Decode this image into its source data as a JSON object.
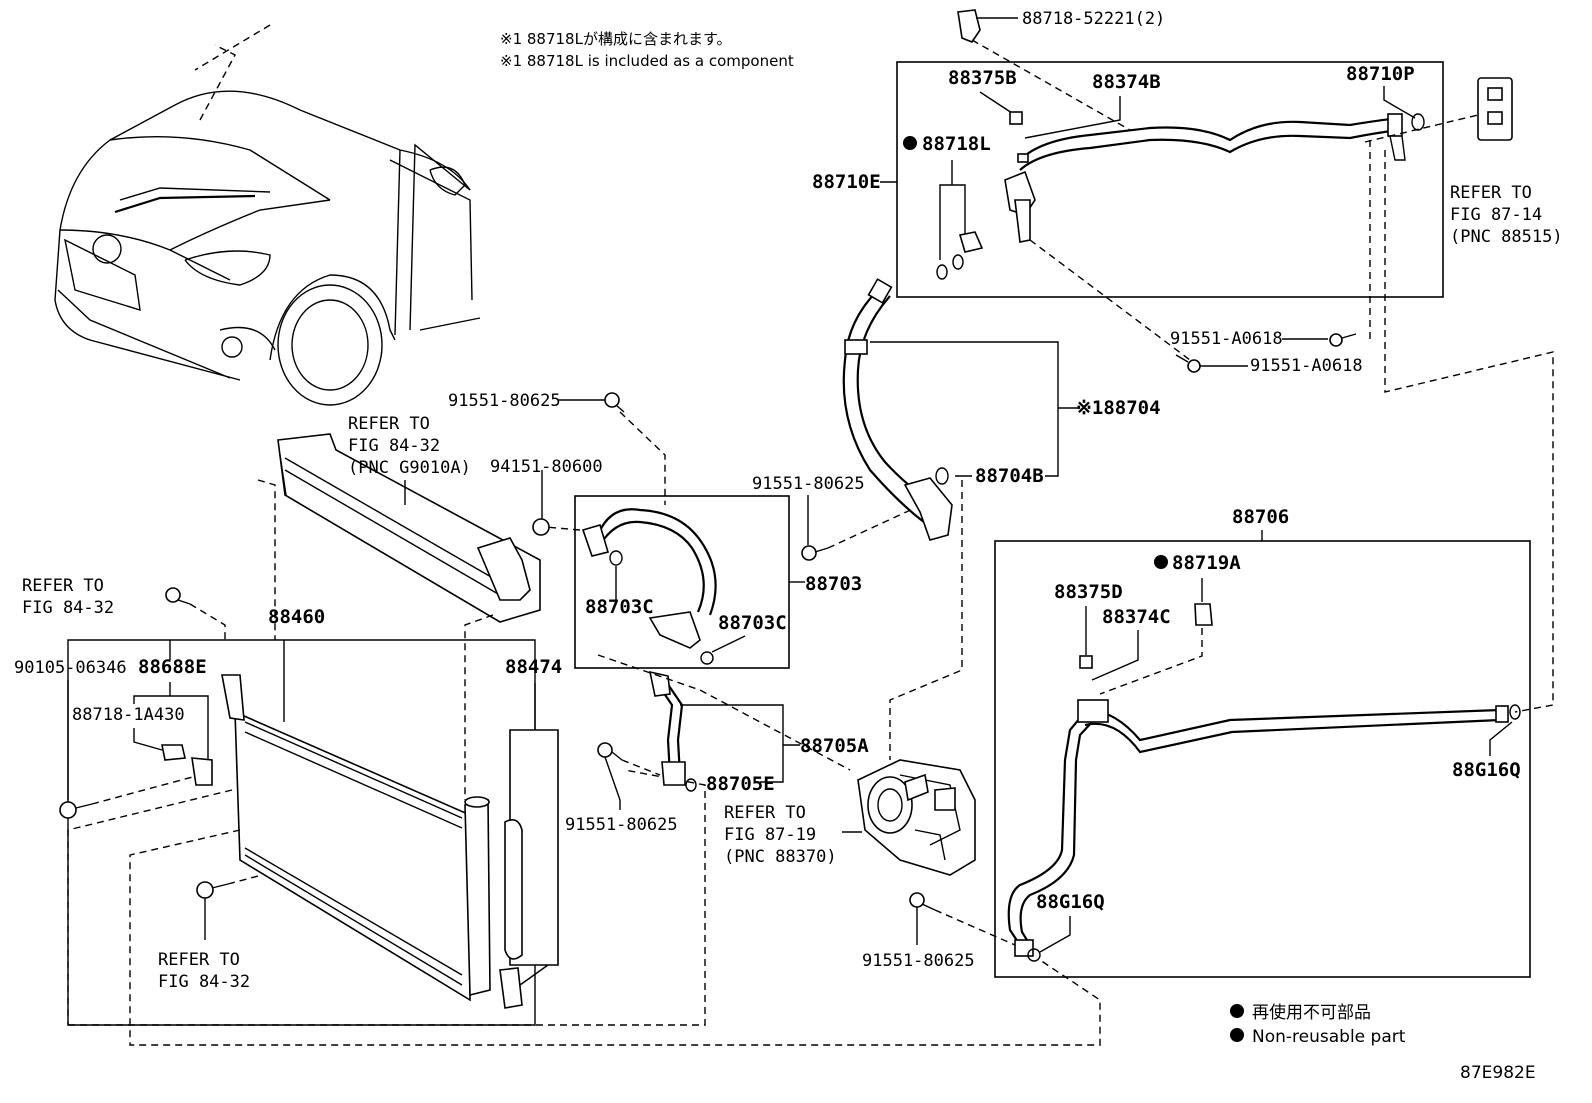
{
  "notes": {
    "jp": "※1 88718Lが構成に含まれます。",
    "en": "※1 88718L is included as a component"
  },
  "labels": {
    "p88718_52221": "88718-52221(2)",
    "p88375B": "88375B",
    "p88374B": "88374B",
    "p88710P": "88710P",
    "p88718L": "88718L",
    "p88710E": "88710E",
    "refer_87_14": [
      "REFER TO",
      "FIG 87-14",
      "(PNC 88515)"
    ],
    "p91551_A0618_a": "91551-A0618",
    "p91551_A0618_b": "91551-A0618",
    "p88704": "※188704",
    "p88704B": "88704B",
    "p91551_80625_a": "91551-80625",
    "refer_84_32_a": [
      "REFER TO",
      "FIG 84-32",
      "(PNC G9010A)"
    ],
    "p94151_80600": "94151-80600",
    "p91551_80625_b": "91551-80625",
    "p88703": "88703",
    "p88703C_a": "88703C",
    "p88703C_b": "88703C",
    "p88706": "88706",
    "p88719A": "88719A",
    "p88375D": "88375D",
    "p88374C": "88374C",
    "p88G16Q_a": "88G16Q",
    "p88G16Q_b": "88G16Q",
    "refer_84_32_b": [
      "REFER TO",
      "FIG 84-32"
    ],
    "p88460": "88460",
    "p90105_06346": "90105-06346",
    "p88688E": "88688E",
    "p88718_1A430": "88718-1A430",
    "p88474": "88474",
    "p88705A": "88705A",
    "p88705E": "88705E",
    "p91551_80625_c": "91551-80625",
    "refer_87_19": [
      "REFER TO",
      "FIG 87-19",
      "(PNC 88370)"
    ],
    "refer_84_32_c": [
      "REFER TO",
      "FIG 84-32"
    ],
    "p91551_80625_d": "91551-80625"
  },
  "legend": {
    "jp": "再使用不可部品",
    "en": "Non-reusable part"
  },
  "figure_id": "87E982E"
}
